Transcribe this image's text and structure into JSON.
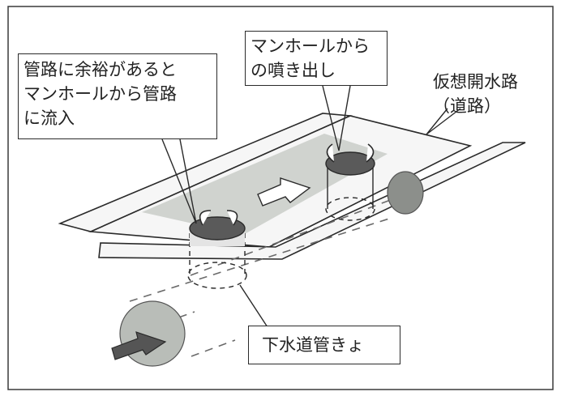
{
  "callouts": {
    "manhole_inflow": {
      "lines": [
        "管路に余裕があると",
        "マンホールから管路",
        "に流入"
      ]
    },
    "manhole_outflow": {
      "lines": [
        "マンホールから",
        "の噴き出し"
      ]
    },
    "virtual_channel": {
      "lines": [
        "仮想開水路",
        "（道路）"
      ]
    },
    "sewer_pipe": {
      "lines": [
        "下水道管きょ"
      ]
    }
  },
  "colors": {
    "road_fill": "#f6f6f6",
    "water_fill": "#c9ccc8",
    "manhole_top": "#5a5a5a",
    "pipe_circle": "#b9bdb8",
    "outline": "#2a2a2a"
  }
}
